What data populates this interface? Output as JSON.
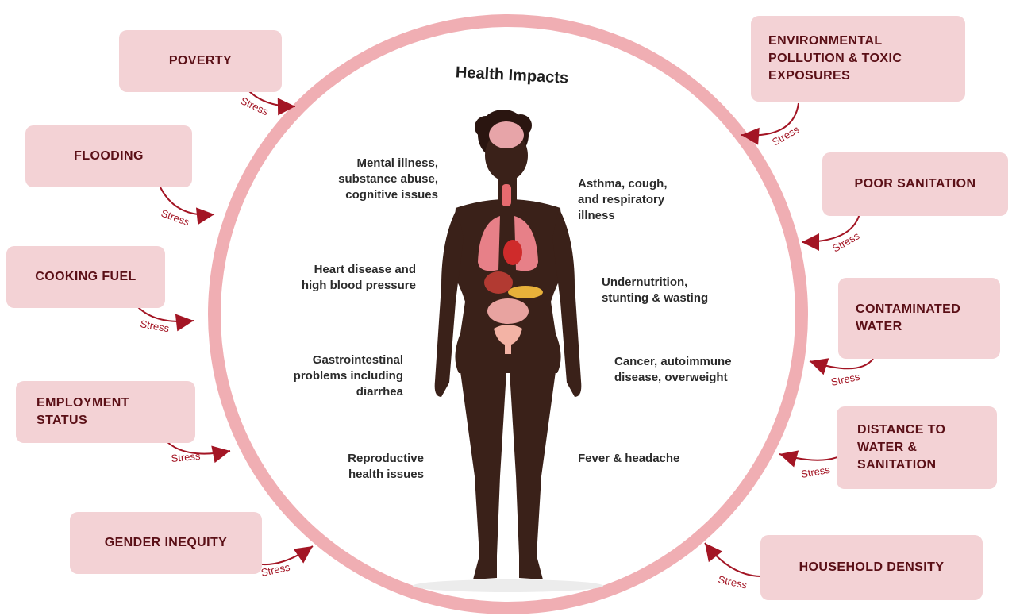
{
  "title": "Health Impacts",
  "arrow_label": "Stress",
  "colors": {
    "ring": "#f0aeb3",
    "box_fill": "#f3d2d5",
    "box_text": "#5a0f16",
    "arrow": "#a31524",
    "body_skin": "#3a2119"
  },
  "stressors": [
    {
      "label": "POVERTY",
      "side": "left"
    },
    {
      "label": "FLOODING",
      "side": "left"
    },
    {
      "label": "COOKING FUEL",
      "side": "left"
    },
    {
      "label": "EMPLOYMENT\nSTATUS",
      "side": "left"
    },
    {
      "label": "GENDER INEQUITY",
      "side": "left"
    },
    {
      "label": "ENVIRONMENTAL\nPOLLUTION & TOXIC\nEXPOSURES",
      "side": "right"
    },
    {
      "label": "POOR SANITATION",
      "side": "right"
    },
    {
      "label": "CONTAMINATED\nWATER",
      "side": "right"
    },
    {
      "label": "DISTANCE TO\nWATER &\nSANITATION",
      "side": "right"
    },
    {
      "label": "HOUSEHOLD DENSITY",
      "side": "right"
    }
  ],
  "impacts_left": [
    "Mental illness,\nsubstance abuse,\ncognitive issues",
    "Heart disease and\nhigh blood pressure",
    "Gastrointestinal\nproblems including\ndiarrhea",
    "Reproductive\nhealth issues"
  ],
  "impacts_right": [
    "Asthma, cough,\nand respiratory\nillness",
    "Undernutrition,\nstunting & wasting",
    "Cancer, autoimmune\ndisease, overweight",
    "Fever & headache"
  ]
}
